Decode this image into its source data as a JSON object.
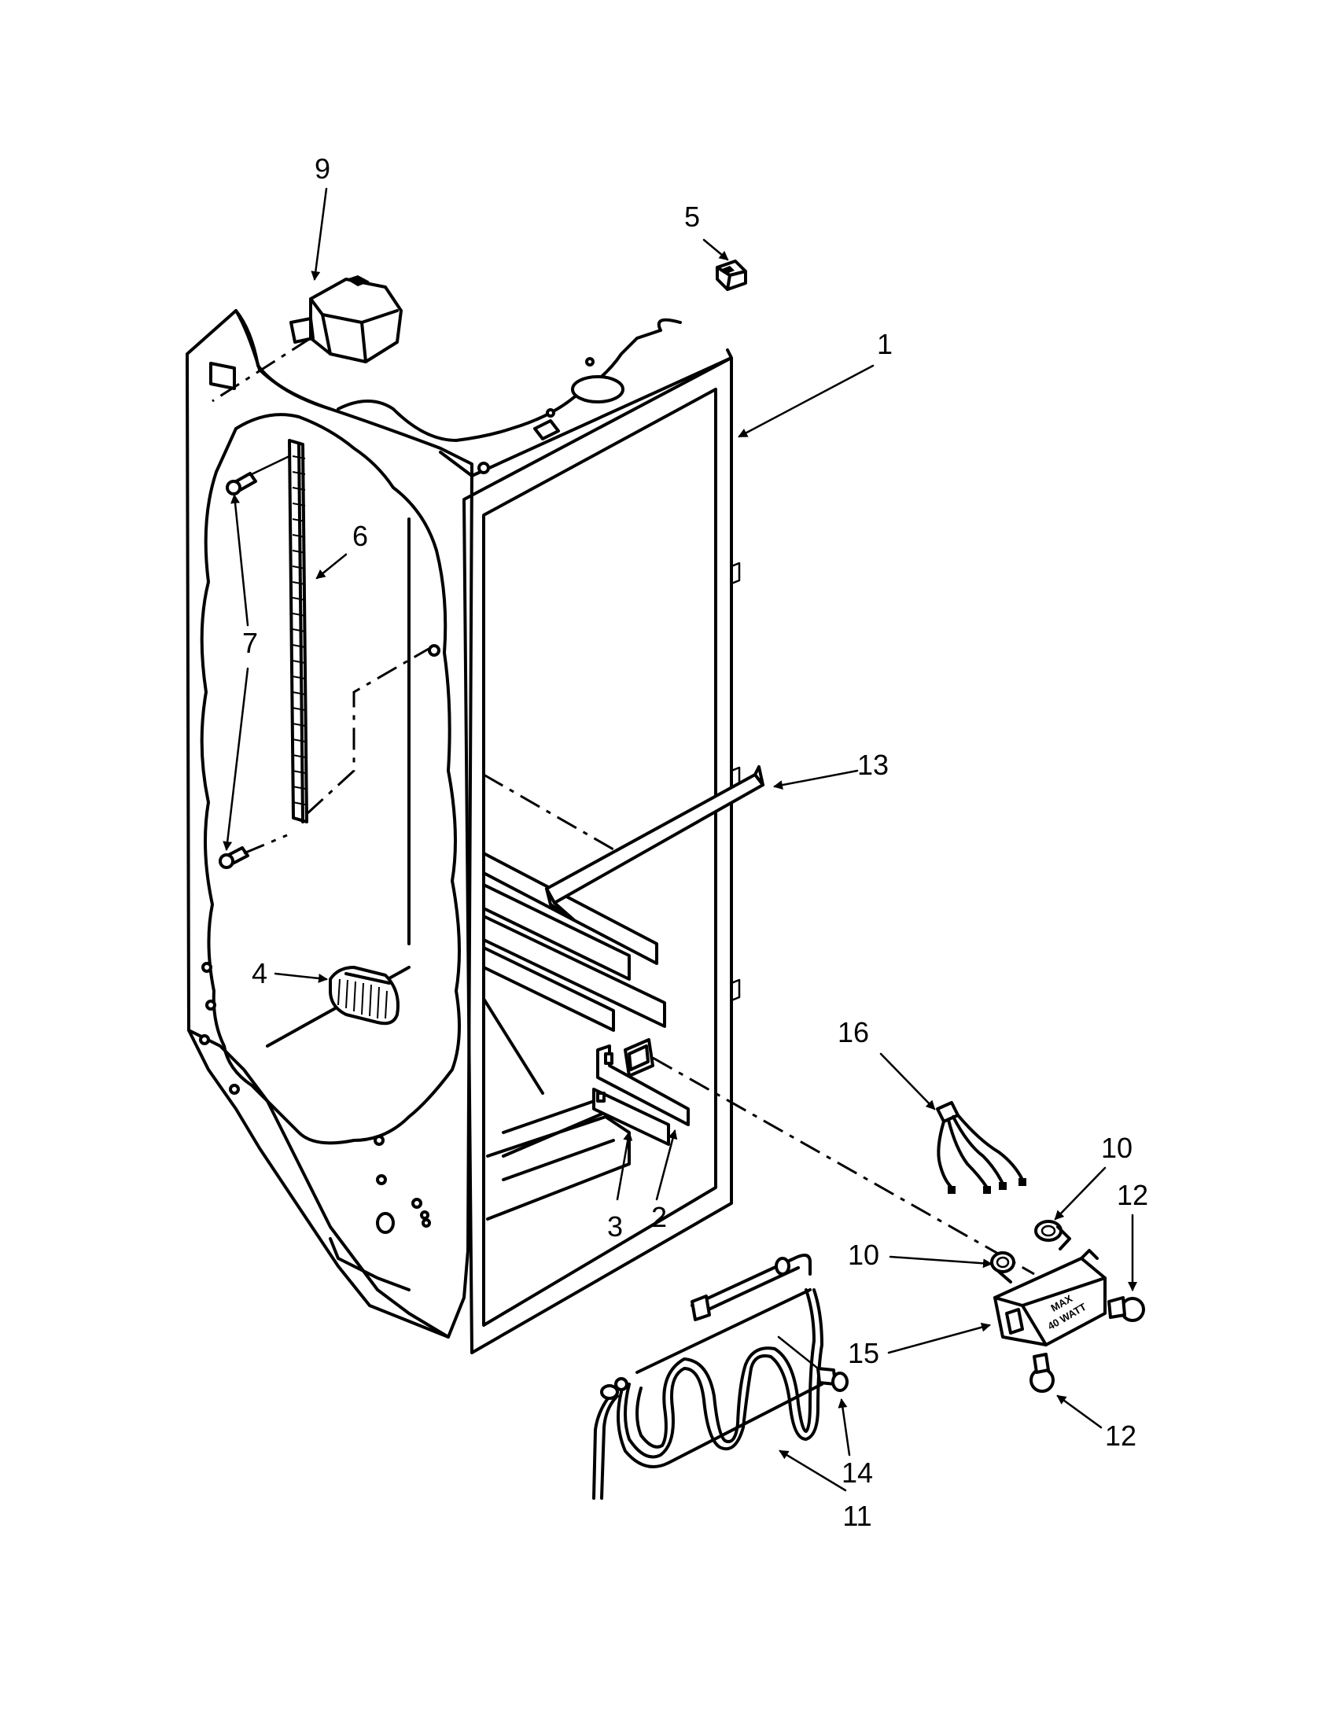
{
  "callouts": {
    "c1": "1",
    "c2": "2",
    "c3": "3",
    "c4": "4",
    "c5": "5",
    "c6": "6",
    "c7": "7",
    "c9": "9",
    "c10a": "10",
    "c10b": "10",
    "c11": "11",
    "c12a": "12",
    "c12b": "12",
    "c13": "13",
    "c14": "14",
    "c15": "15",
    "c16": "16"
  },
  "heater_plate": {
    "line1": "MAX",
    "line2": "40 WATT"
  }
}
